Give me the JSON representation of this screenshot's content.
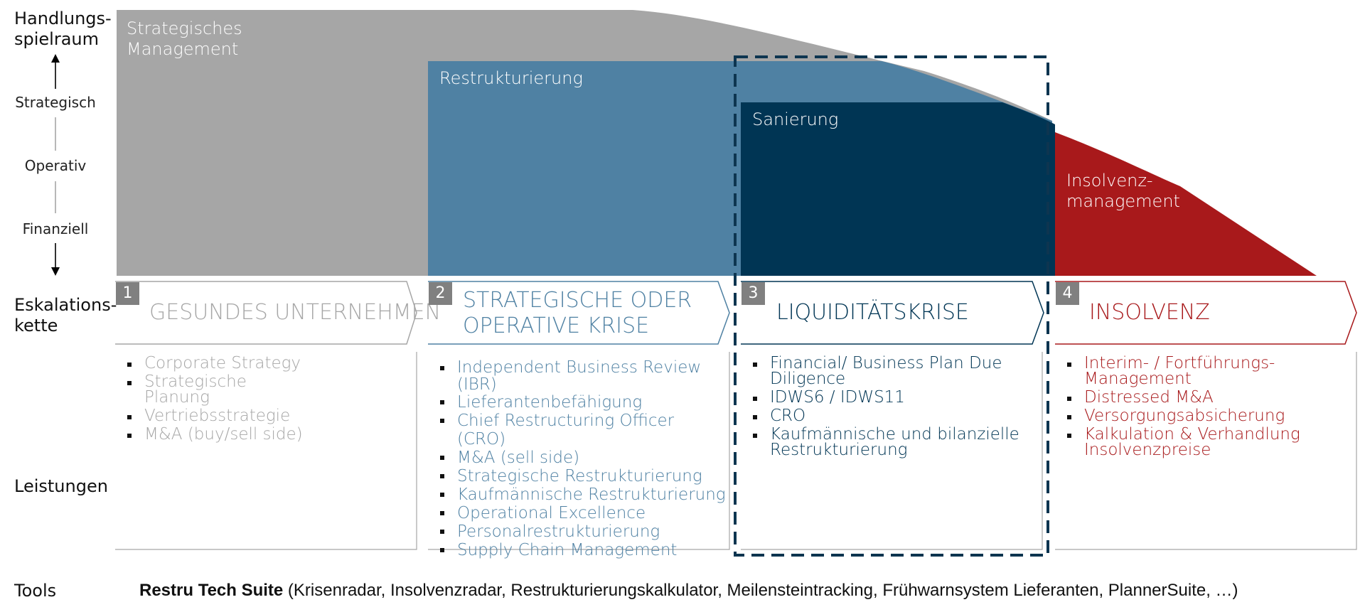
{
  "axis": {
    "title": "Handlungs-\nspielraum",
    "levels": [
      "Strategisch",
      "Operativ",
      "Finanziell"
    ]
  },
  "phases": [
    {
      "label": "Strategisches\nManagement",
      "color": "#a6a6a6"
    },
    {
      "label": "Restrukturierung",
      "color": "#4f81a3"
    },
    {
      "label": "Sanierung",
      "color": "#003554"
    },
    {
      "label": "Insolvenz-\nmanagement",
      "color": "#a8191b"
    }
  ],
  "rows": {
    "escalation": "Eskalations-\nkette",
    "services": "Leistungen",
    "tools": "Tools"
  },
  "stages": [
    {
      "number": "1",
      "title": "GESUNDES UNTERNEHMEN",
      "color": "#a6a6a6",
      "services": [
        "Corporate Strategy",
        "Strategische\nPlanung",
        "Vertriebsstrategie",
        "M&A (buy/sell side)"
      ]
    },
    {
      "number": "2",
      "title": "STRATEGISCHE ODER\nOPERATIVE KRISE",
      "color": "#4f81a3",
      "services": [
        "Independent Business Review\n(IBR)",
        "Lieferantenbefähigung",
        "Chief Restructuring Officer (CRO)",
        "M&A (sell side)",
        "Strategische Restrukturierung",
        "Kaufmännische Restrukturierung",
        "Operational Excellence",
        "Personalrestrukturierung",
        "Supply Chain Management"
      ]
    },
    {
      "number": "3",
      "title": "LIQUIDITÄTSKRISE",
      "color": "#003554",
      "services": [
        "Financial/ Business Plan Due\nDiligence",
        "IDWS6 / IDWS11",
        "CRO",
        "Kaufmännische und bilanzielle\nRestrukturierung"
      ]
    },
    {
      "number": "4",
      "title": "INSOLVENZ",
      "color": "#a8191b",
      "services": [
        "Interim- / Fortführungs-\nManagement",
        "Distressed M&A",
        "Versorgungsabsicherung",
        "Kalkulation & Verhandlung\nInsolvenzpreise"
      ]
    }
  ],
  "tools": {
    "name": "Restru Tech Suite",
    "list": " (Krisenradar, Insolvenzradar, Restrukturierungskalkulator, Meilensteintracking, Frühwarnsystem Lieferanten, PlannerSuite, …)"
  }
}
